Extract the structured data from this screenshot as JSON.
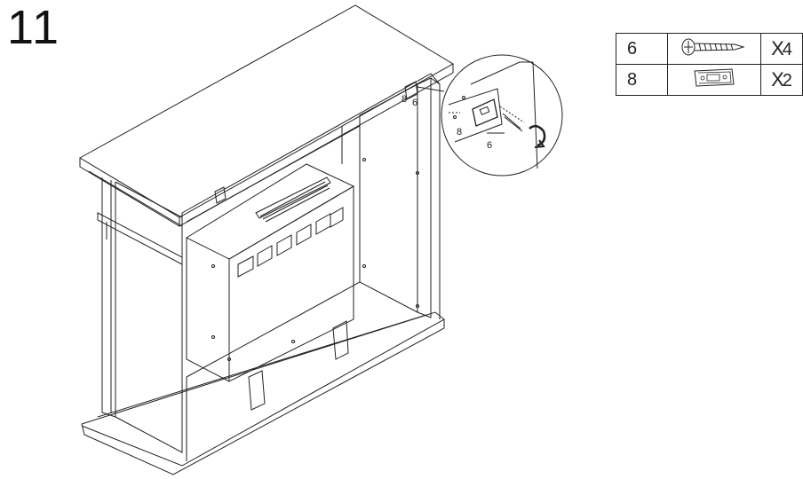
{
  "step": {
    "number": "11"
  },
  "parts": [
    {
      "id": "6",
      "icon": "screw-icon",
      "qty_mark": "X",
      "qty": "4"
    },
    {
      "id": "8",
      "icon": "bracket-icon",
      "qty_mark": "X",
      "qty": "2"
    }
  ],
  "callouts": {
    "main_left": "8",
    "main_right": "6",
    "detail_left": "8",
    "detail_right": "6"
  },
  "colors": {
    "line": "#222222",
    "background": "#ffffff"
  }
}
